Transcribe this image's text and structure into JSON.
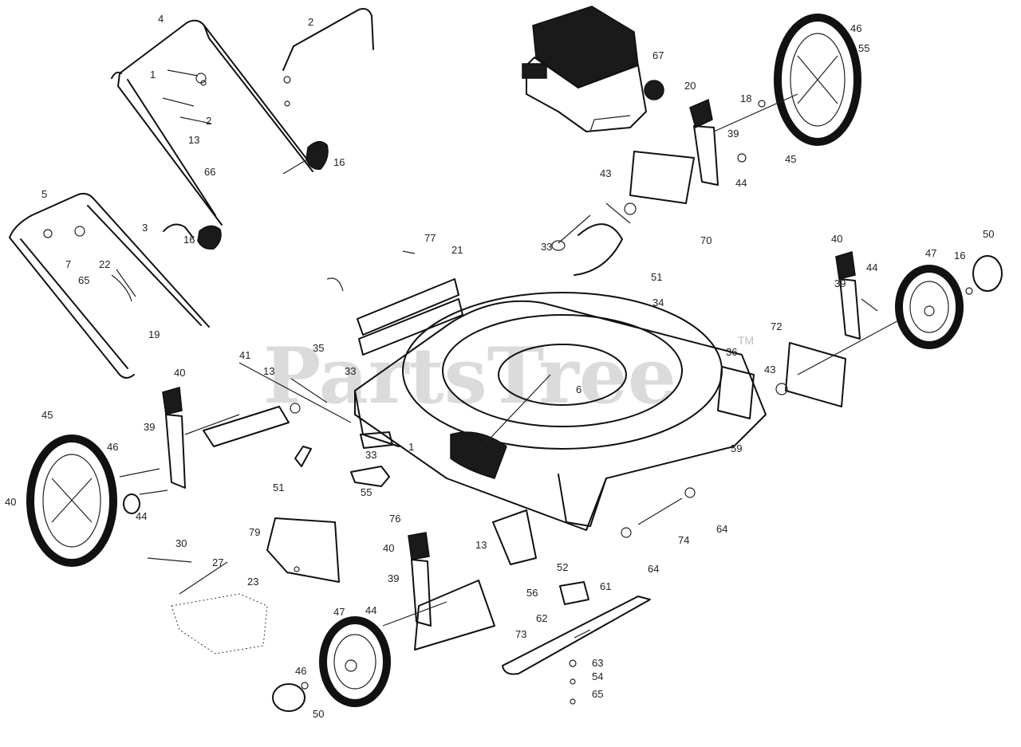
{
  "watermark": {
    "text": "PartsTree",
    "trademark": "TM"
  },
  "callouts": [
    {
      "id": "c-4",
      "text": "4"
    },
    {
      "id": "c-2a",
      "text": "2"
    },
    {
      "id": "c-1",
      "text": "1"
    },
    {
      "id": "c-2b",
      "text": "2"
    },
    {
      "id": "c-13a",
      "text": "13"
    },
    {
      "id": "c-16a",
      "text": "16"
    },
    {
      "id": "c-66",
      "text": "66"
    },
    {
      "id": "c-3",
      "text": "3"
    },
    {
      "id": "c-16b",
      "text": "16"
    },
    {
      "id": "c-5",
      "text": "5"
    },
    {
      "id": "c-7",
      "text": "7"
    },
    {
      "id": "c-65a",
      "text": "65"
    },
    {
      "id": "c-22",
      "text": "22"
    },
    {
      "id": "c-19",
      "text": "19"
    },
    {
      "id": "c-67",
      "text": "67"
    },
    {
      "id": "c-46a",
      "text": "46"
    },
    {
      "id": "c-55a",
      "text": "55"
    },
    {
      "id": "c-20",
      "text": "20"
    },
    {
      "id": "c-18",
      "text": "18"
    },
    {
      "id": "c-39a",
      "text": "39"
    },
    {
      "id": "c-45a",
      "text": "45"
    },
    {
      "id": "c-44a",
      "text": "44"
    },
    {
      "id": "c-43a",
      "text": "43"
    },
    {
      "id": "c-70",
      "text": "70"
    },
    {
      "id": "c-33a",
      "text": "33"
    },
    {
      "id": "c-77",
      "text": "77"
    },
    {
      "id": "c-21",
      "text": "21"
    },
    {
      "id": "c-51a",
      "text": "51"
    },
    {
      "id": "c-34",
      "text": "34"
    },
    {
      "id": "c-40a",
      "text": "40"
    },
    {
      "id": "c-50a",
      "text": "50"
    },
    {
      "id": "c-47a",
      "text": "47"
    },
    {
      "id": "c-16c",
      "text": "16"
    },
    {
      "id": "c-44b",
      "text": "44"
    },
    {
      "id": "c-39b",
      "text": "39"
    },
    {
      "id": "c-72",
      "text": "72"
    },
    {
      "id": "c-41",
      "text": "41"
    },
    {
      "id": "c-35",
      "text": "35"
    },
    {
      "id": "c-13b",
      "text": "13"
    },
    {
      "id": "c-33b",
      "text": "33"
    },
    {
      "id": "c-36",
      "text": "36"
    },
    {
      "id": "c-43b",
      "text": "43"
    },
    {
      "id": "c-6",
      "text": "6"
    },
    {
      "id": "c-40b",
      "text": "40"
    },
    {
      "id": "c-39c",
      "text": "39"
    },
    {
      "id": "c-45b",
      "text": "45"
    },
    {
      "id": "c-46b",
      "text": "46"
    },
    {
      "id": "c-33c",
      "text": "33"
    },
    {
      "id": "c-1b",
      "text": "1"
    },
    {
      "id": "c-59",
      "text": "59"
    },
    {
      "id": "c-55b",
      "text": "55"
    },
    {
      "id": "c-51b",
      "text": "51"
    },
    {
      "id": "c-40c",
      "text": "40"
    },
    {
      "id": "c-44c",
      "text": "44"
    },
    {
      "id": "c-76",
      "text": "76"
    },
    {
      "id": "c-64a",
      "text": "64"
    },
    {
      "id": "c-74",
      "text": "74"
    },
    {
      "id": "c-64b",
      "text": "64"
    },
    {
      "id": "c-79",
      "text": "79"
    },
    {
      "id": "c-30",
      "text": "30"
    },
    {
      "id": "c-27",
      "text": "27"
    },
    {
      "id": "c-23",
      "text": "23"
    },
    {
      "id": "c-40d",
      "text": "40"
    },
    {
      "id": "c-13c",
      "text": "13"
    },
    {
      "id": "c-52",
      "text": "52"
    },
    {
      "id": "c-39d",
      "text": "39"
    },
    {
      "id": "c-56",
      "text": "56"
    },
    {
      "id": "c-61",
      "text": "61"
    },
    {
      "id": "c-47b",
      "text": "47"
    },
    {
      "id": "c-44d",
      "text": "44"
    },
    {
      "id": "c-73",
      "text": "73"
    },
    {
      "id": "c-62",
      "text": "62"
    },
    {
      "id": "c-63",
      "text": "63"
    },
    {
      "id": "c-54",
      "text": "54"
    },
    {
      "id": "c-65b",
      "text": "65"
    },
    {
      "id": "c-46c",
      "text": "46"
    },
    {
      "id": "c-50b",
      "text": "50"
    }
  ]
}
